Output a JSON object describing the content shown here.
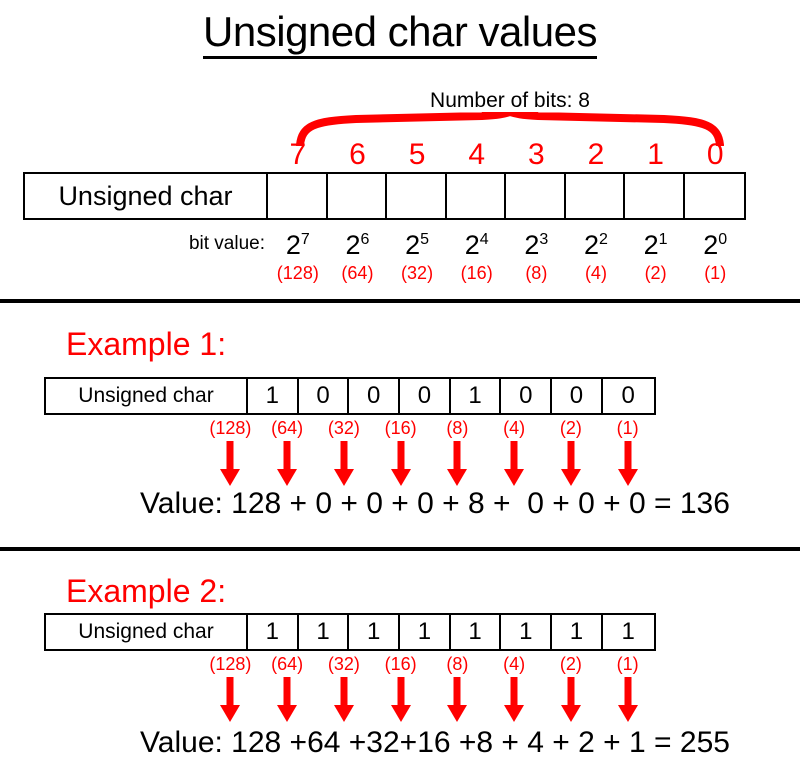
{
  "title": "Unsigned char values",
  "colors": {
    "accent_red": "#FF0000",
    "text_black": "#000000",
    "background": "#FFFFFF"
  },
  "top_section": {
    "bits_caption": "Number of bits: 8",
    "brace_icon": "red-curly-brace-icon",
    "bit_indices": [
      "7",
      "6",
      "5",
      "4",
      "3",
      "2",
      "1",
      "0"
    ],
    "row_label": "Unsigned char",
    "cells": [
      "",
      "",
      "",
      "",
      "",
      "",
      "",
      ""
    ],
    "bit_value_label": "bit value:",
    "powers": [
      {
        "base": "2",
        "exp": "7"
      },
      {
        "base": "2",
        "exp": "6"
      },
      {
        "base": "2",
        "exp": "5"
      },
      {
        "base": "2",
        "exp": "4"
      },
      {
        "base": "2",
        "exp": "3"
      },
      {
        "base": "2",
        "exp": "2"
      },
      {
        "base": "2",
        "exp": "1"
      },
      {
        "base": "2",
        "exp": "0"
      }
    ],
    "decimals": [
      "(128)",
      "(64)",
      "(32)",
      "(16)",
      "(8)",
      "(4)",
      "(2)",
      "(1)"
    ]
  },
  "examples": [
    {
      "heading": "Example 1:",
      "row_label": "Unsigned char",
      "bits": [
        "1",
        "0",
        "0",
        "0",
        "1",
        "0",
        "0",
        "0"
      ],
      "decimals": [
        "(128)",
        "(64)",
        "(32)",
        "(16)",
        "(8)",
        "(4)",
        "(2)",
        "(1)"
      ],
      "arrow_icon": "down-arrow-icon",
      "value_line": "Value: 128 + 0 + 0 + 0 + 8 +  0 + 0 + 0 = 136",
      "value_prefix": "Value:",
      "terms": [
        "128",
        "0",
        "0",
        "0",
        "8",
        "0",
        "0",
        "0"
      ],
      "total": "136"
    },
    {
      "heading": "Example 2:",
      "row_label": "Unsigned char",
      "bits": [
        "1",
        "1",
        "1",
        "1",
        "1",
        "1",
        "1",
        "1"
      ],
      "decimals": [
        "(128)",
        "(64)",
        "(32)",
        "(16)",
        "(8)",
        "(4)",
        "(2)",
        "(1)"
      ],
      "arrow_icon": "down-arrow-icon",
      "value_line": "Value: 128 +64 +32+16 +8 + 4 + 2 + 1 = 255",
      "value_prefix": "Value:",
      "terms": [
        "128",
        "64",
        "32",
        "16",
        "8",
        "4",
        "2",
        "1"
      ],
      "total": "255"
    }
  ]
}
